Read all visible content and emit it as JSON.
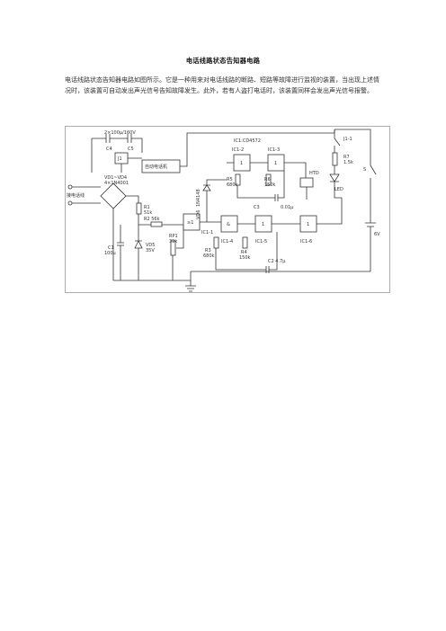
{
  "document": {
    "title": "电话线路状态告知器电路",
    "paragraph": "电话线路状态告知器电路如图所示。它是一种用来对电话线路的断路、短路等故障进行监视的装置，当出现上述情况时，该装置可自动发出声光信号告知故障发生。此外，若有人盗打电话时，该装置同样会发出声光信号报警。"
  },
  "figure": {
    "labels": {
      "c4c5_rating": "2×100μ/160V",
      "c4": "C4",
      "c5": "C5",
      "j1": "J1",
      "auto_phone": "自动电话机",
      "line_input": "接电话线",
      "bridge": "VD1~VD4",
      "bridge_part": "4×1N4001",
      "r1": "R1",
      "r1_val": "51k",
      "r2": "R2 56k",
      "c1": "C1",
      "c1_val": "100μ",
      "vd5": "VD5",
      "vd5_val": "35V",
      "rp1": "RP1",
      "rp1_val": "39k",
      "ic_title": "IC1:CD4572",
      "ic1_1": "IC1-1",
      "ic1_2": "IC1-2",
      "ic1_3": "IC1-3",
      "ic1_4": "IC1-4",
      "ic1_5": "IC1-5",
      "ic1_6": "IC1-6",
      "vd6": "VD6",
      "vd6_part": "1N4148",
      "r5": "R5",
      "r5_val": "680k",
      "r6": "R6",
      "r6_val": "150k",
      "c3": "C3",
      "c3_val": "0.01μ",
      "htd": "HTD",
      "r3": "R3",
      "r3_val": "680k",
      "r4": "R4",
      "r4_val": "150k",
      "c2": "C2 4.7μ",
      "j1_1": "J1-1",
      "r7": "R7",
      "r7_val": "1.5k",
      "led": "LED",
      "s": "S",
      "v6": "6V",
      "ge": "≥1",
      "one": "1",
      "amp": "&"
    }
  }
}
